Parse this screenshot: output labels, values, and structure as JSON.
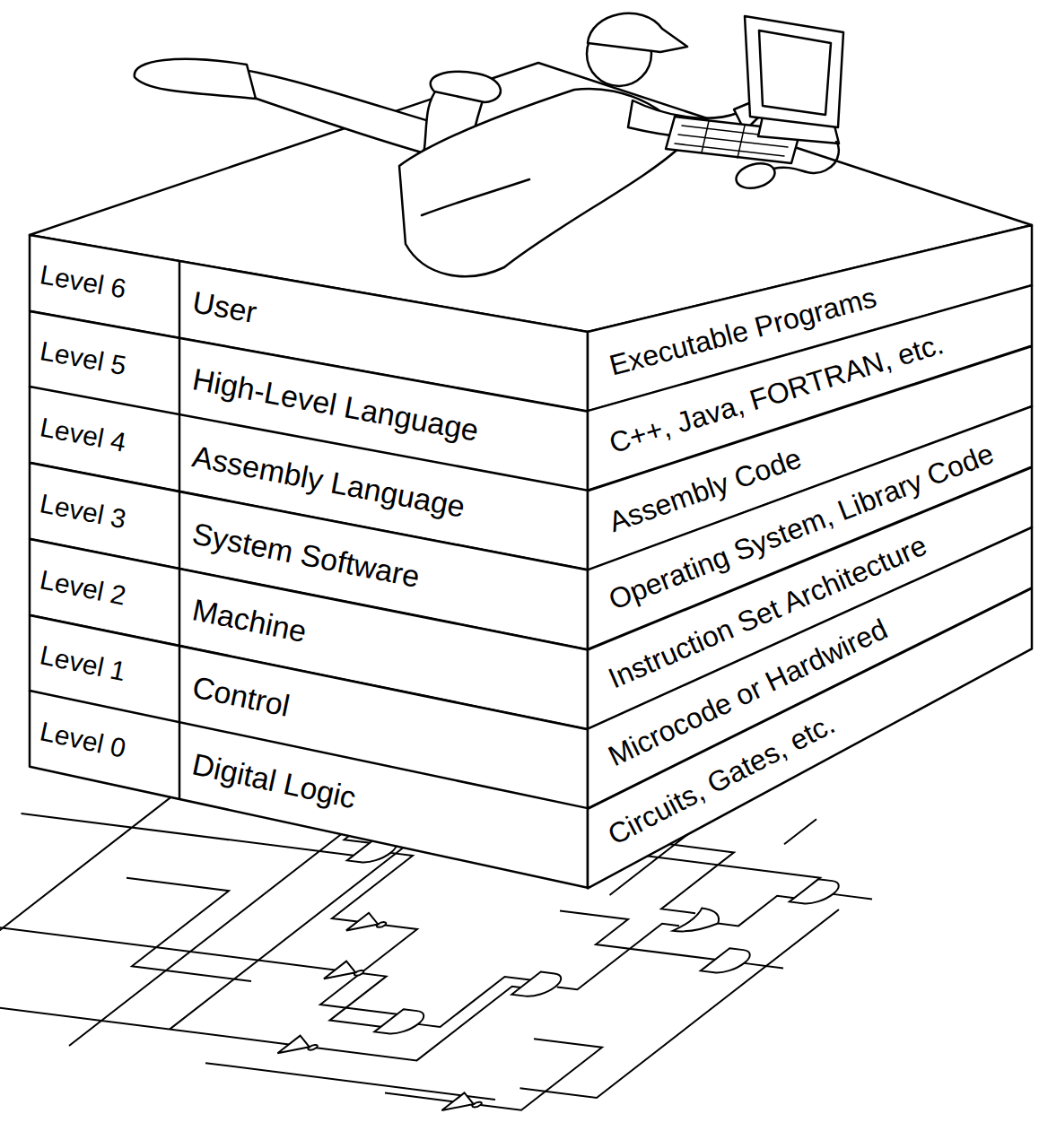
{
  "diagram": {
    "nodes": [
      {
        "text": [
          "Level 6",
          "User"
        ]
      },
      {
        "text": [
          "Executable Programs"
        ]
      },
      {
        "text": [
          "Level 5",
          "High-Level Language"
        ]
      },
      {
        "text": [
          "C++, Java, FORTRAN, etc."
        ]
      },
      {
        "text": [
          "Level 4",
          "Assembly Language"
        ]
      },
      {
        "text": [
          "Assembly Code"
        ]
      },
      {
        "text": [
          "Level 3",
          "System Software"
        ]
      },
      {
        "text": [
          "Operating System, Library Code"
        ]
      },
      {
        "text": [
          "Level 2",
          "Machine"
        ]
      },
      {
        "text": [
          "Instruction Set Architecture"
        ]
      },
      {
        "text": [
          "Level 1",
          "Control"
        ]
      },
      {
        "text": [
          "Microcode or Hardwired"
        ]
      },
      {
        "text": [
          "Level 0",
          "Digital Logic"
        ]
      },
      {
        "text": [
          "Circuits, Gates, etc."
        ]
      }
    ]
  }
}
